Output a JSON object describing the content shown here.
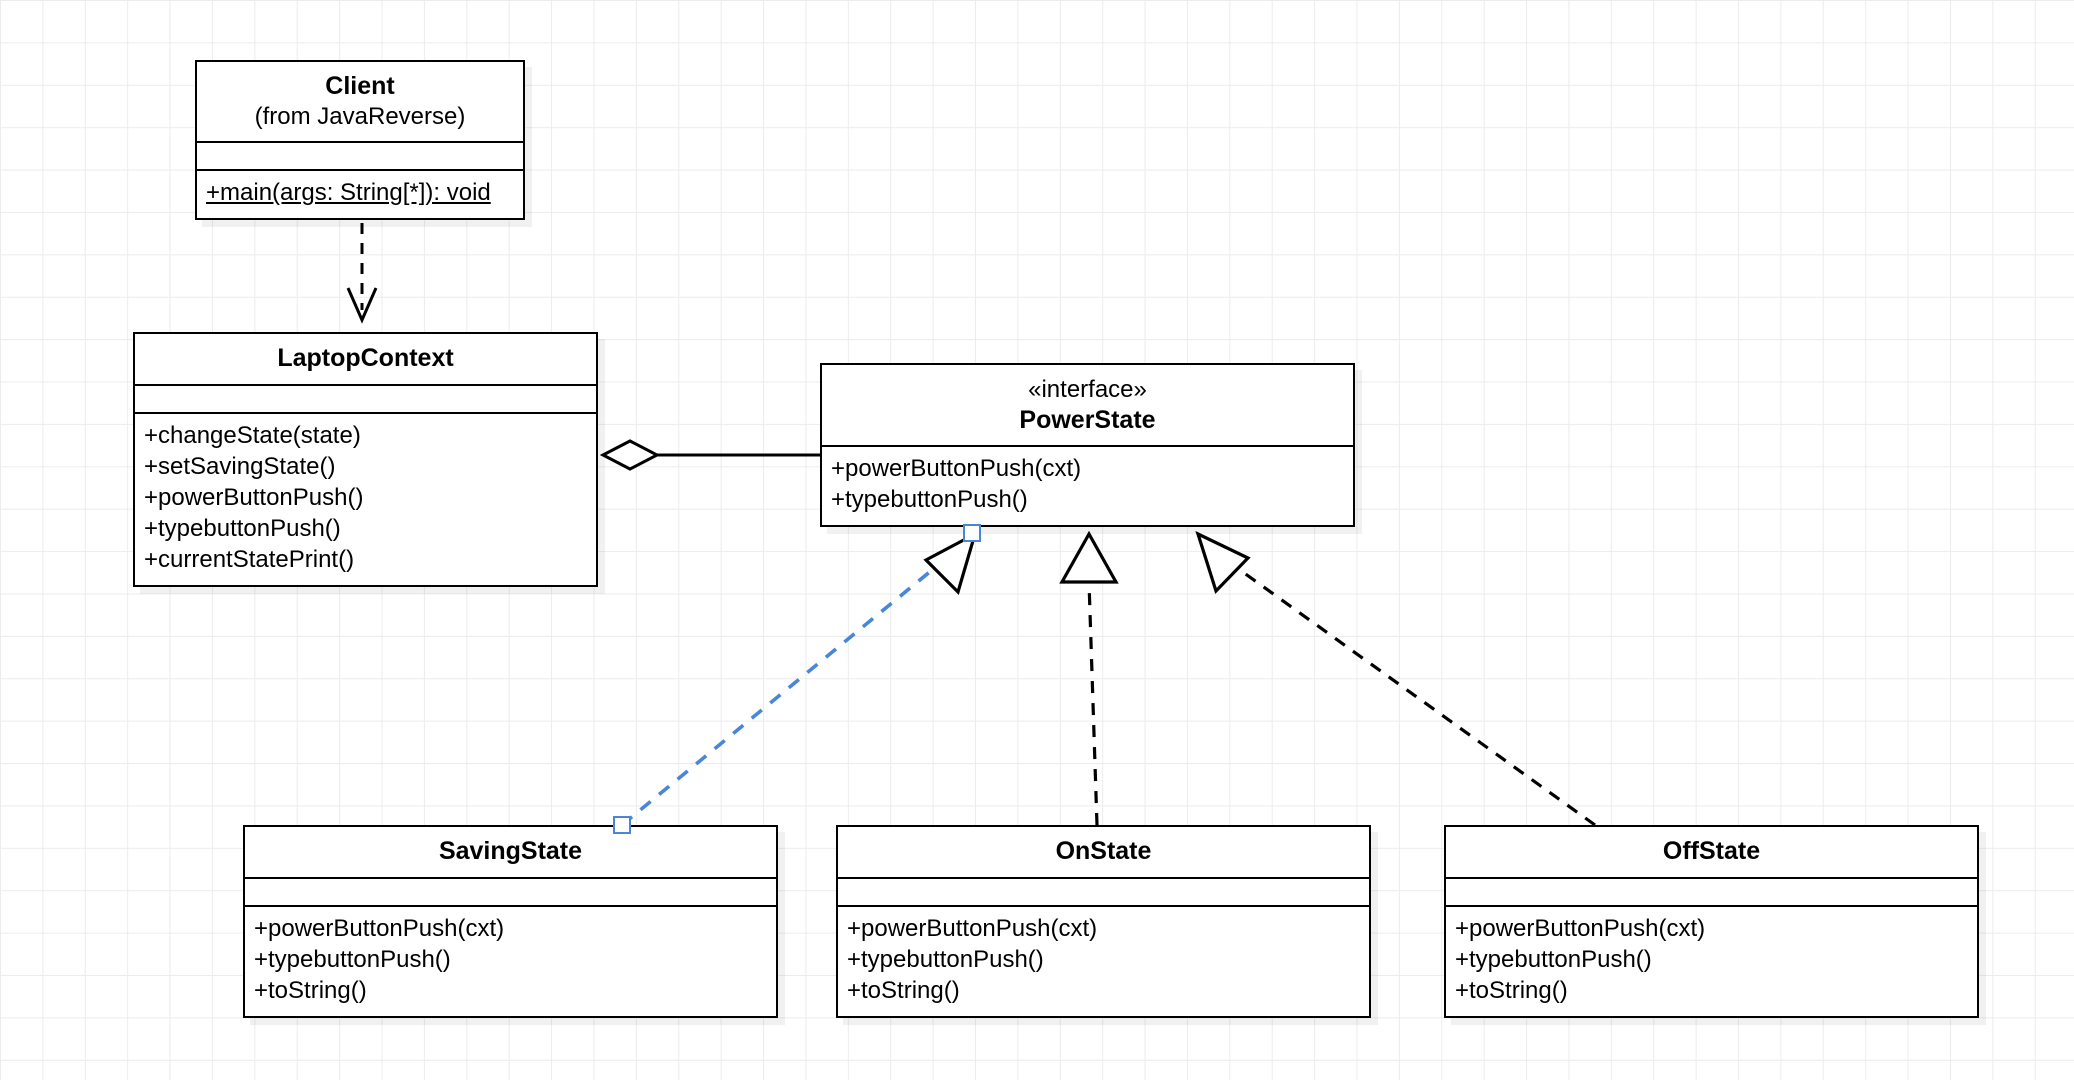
{
  "diagram": {
    "kind": "uml-class-diagram",
    "background_grid": true,
    "grid_color": "#ececec"
  },
  "classes": {
    "client": {
      "name": "Client",
      "package": "(from JavaReverse)",
      "attributes": [],
      "operations": [
        "+main(args: String[*]): void"
      ]
    },
    "laptop_context": {
      "name": "LaptopContext",
      "attributes": [],
      "operations": [
        "+changeState(state)",
        "+setSavingState()",
        "+powerButtonPush()",
        "+typebuttonPush()",
        "+currentStatePrint()"
      ]
    },
    "power_state": {
      "stereotype": "«interface»",
      "name": "PowerState",
      "attributes": [],
      "operations": [
        "+powerButtonPush(cxt)",
        "+typebuttonPush()"
      ]
    },
    "saving_state": {
      "name": "SavingState",
      "attributes": [],
      "operations": [
        "+powerButtonPush(cxt)",
        "+typebuttonPush()",
        "+toString()"
      ]
    },
    "on_state": {
      "name": "OnState",
      "attributes": [],
      "operations": [
        "+powerButtonPush(cxt)",
        "+typebuttonPush()",
        "+toString()"
      ]
    },
    "off_state": {
      "name": "OffState",
      "attributes": [],
      "operations": [
        "+powerButtonPush(cxt)",
        "+typebuttonPush()",
        "+toString()"
      ]
    }
  },
  "relationships": [
    {
      "id": "client-dependency",
      "type": "dependency",
      "style": "dashed",
      "arrow": "open",
      "from": "Client",
      "to": "LaptopContext",
      "color": "#000000"
    },
    {
      "id": "context-aggregation",
      "type": "aggregation",
      "style": "solid",
      "arrow": "open",
      "source_decoration": "hollow-diamond",
      "from": "LaptopContext",
      "to": "PowerState",
      "color": "#000000"
    },
    {
      "id": "savingstate-realization",
      "type": "realization",
      "style": "dashed",
      "arrow": "hollow-triangle",
      "from": "SavingState",
      "to": "PowerState",
      "color": "#4a86d8",
      "selected": true
    },
    {
      "id": "onstate-realization",
      "type": "realization",
      "style": "dashed",
      "arrow": "hollow-triangle",
      "from": "OnState",
      "to": "PowerState",
      "color": "#000000",
      "selected": false
    },
    {
      "id": "offstate-realization",
      "type": "realization",
      "style": "dashed",
      "arrow": "hollow-triangle",
      "from": "OffState",
      "to": "PowerState",
      "color": "#000000",
      "selected": false
    }
  ],
  "selection": {
    "color": "#4a86d8",
    "handles": 2
  }
}
